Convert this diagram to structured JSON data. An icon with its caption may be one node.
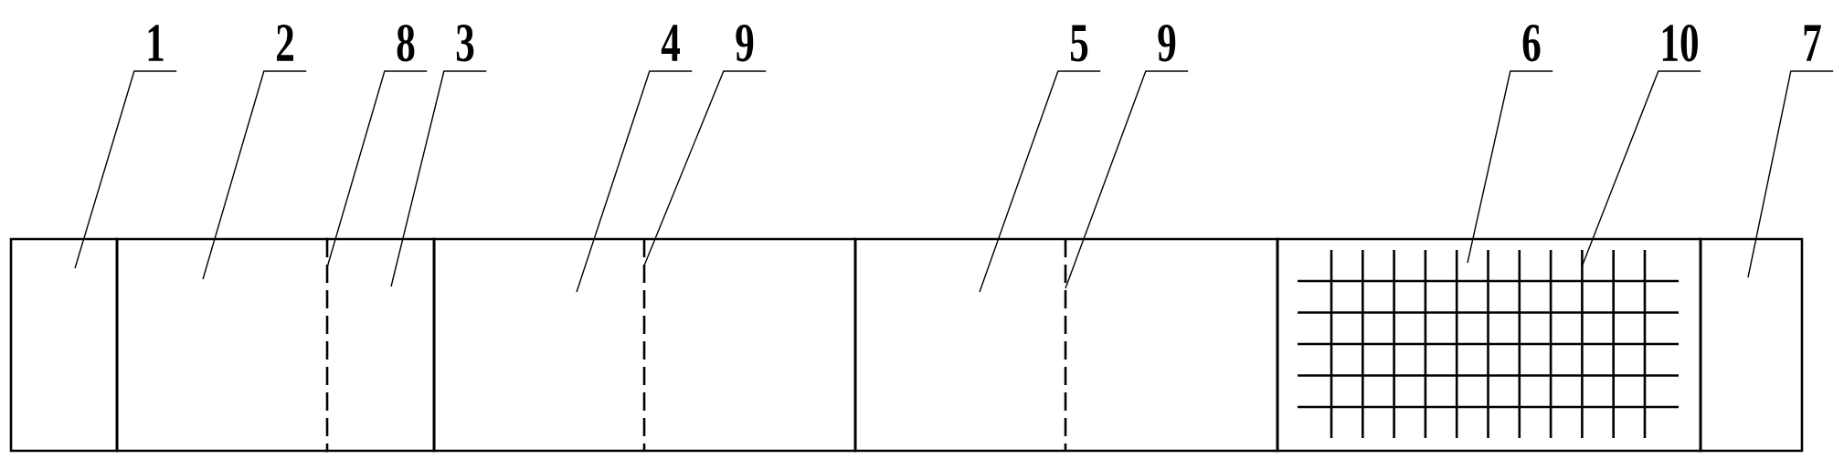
{
  "diagram": {
    "nodes": [
      {
        "text": [
          "1"
        ]
      },
      {
        "text": [
          "2"
        ]
      },
      {
        "text": [
          "8"
        ]
      },
      {
        "text": [
          "3"
        ]
      },
      {
        "text": [
          "4"
        ]
      },
      {
        "text": [
          "9"
        ]
      },
      {
        "text": [
          "5"
        ]
      },
      {
        "text": [
          "9"
        ]
      },
      {
        "text": [
          "6"
        ]
      },
      {
        "text": [
          "10"
        ]
      },
      {
        "text": [
          "7"
        ]
      },
      {
        "text": [],
        "shape": "box"
      },
      {
        "text": [],
        "shape": "box"
      },
      {
        "text": [],
        "shape": "line"
      },
      {
        "text": [],
        "shape": "box"
      },
      {
        "text": [],
        "shape": "box"
      },
      {
        "text": [],
        "shape": "line",
        "in": 15
      },
      {
        "text": [],
        "shape": "box"
      },
      {
        "text": [],
        "shape": "line",
        "in": 17
      },
      {
        "text": [],
        "shape": "box"
      },
      {
        "text": [],
        "shape": "grid",
        "in": 19
      },
      {
        "text": [],
        "shape": "box"
      }
    ],
    "edges": [
      {
        "from": 0,
        "to": 11,
        "arrow": "none"
      },
      {
        "from": 1,
        "to": 12,
        "arrow": "none"
      },
      {
        "from": 2,
        "to": 13,
        "arrow": "none"
      },
      {
        "from": 3,
        "to": 14,
        "arrow": "none"
      },
      {
        "from": 4,
        "to": 15,
        "arrow": "none"
      },
      {
        "from": 5,
        "to": 16,
        "arrow": "none"
      },
      {
        "from": 6,
        "to": 17,
        "arrow": "none"
      },
      {
        "from": 7,
        "to": 18,
        "arrow": "none"
      },
      {
        "from": 8,
        "to": 19,
        "arrow": "none"
      },
      {
        "from": 9,
        "to": 20,
        "arrow": "none"
      },
      {
        "from": 10,
        "to": 21,
        "arrow": "none"
      }
    ]
  }
}
